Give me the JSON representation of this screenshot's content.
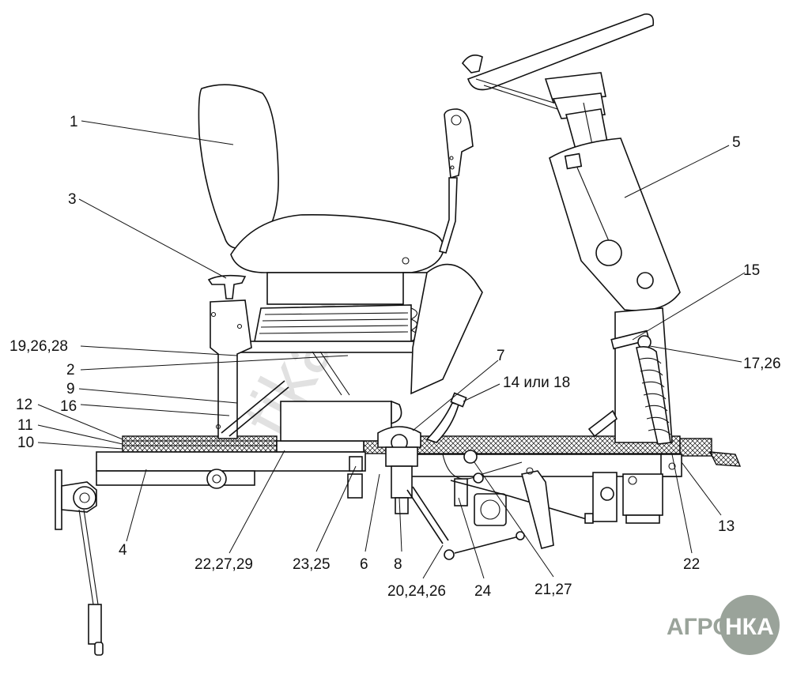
{
  "watermark": "tika.by",
  "logo": {
    "left": "АГРО",
    "right": "НКА",
    "color": "#9aa39a"
  },
  "callouts": [
    {
      "id": "c1",
      "text": "1"
    },
    {
      "id": "c3",
      "text": "3"
    },
    {
      "id": "c5",
      "text": "5"
    },
    {
      "id": "c15",
      "text": "15"
    },
    {
      "id": "c19",
      "text": "19,26,28"
    },
    {
      "id": "c2",
      "text": "2"
    },
    {
      "id": "c7",
      "text": "7"
    },
    {
      "id": "c14",
      "text": "14 или 18"
    },
    {
      "id": "c17",
      "text": "17,26"
    },
    {
      "id": "c9",
      "text": "9"
    },
    {
      "id": "c12",
      "text": "12"
    },
    {
      "id": "c16",
      "text": "16"
    },
    {
      "id": "c11",
      "text": "11"
    },
    {
      "id": "c10",
      "text": "10"
    },
    {
      "id": "c13",
      "text": "13"
    },
    {
      "id": "c4",
      "text": "4"
    },
    {
      "id": "c22a",
      "text": "22,27,29"
    },
    {
      "id": "c23",
      "text": "23,25"
    },
    {
      "id": "c6",
      "text": "6"
    },
    {
      "id": "c8",
      "text": "8"
    },
    {
      "id": "c22b",
      "text": "22"
    },
    {
      "id": "c20",
      "text": "20,24,26"
    },
    {
      "id": "c24",
      "text": "24"
    },
    {
      "id": "c21",
      "text": "21,27"
    }
  ]
}
